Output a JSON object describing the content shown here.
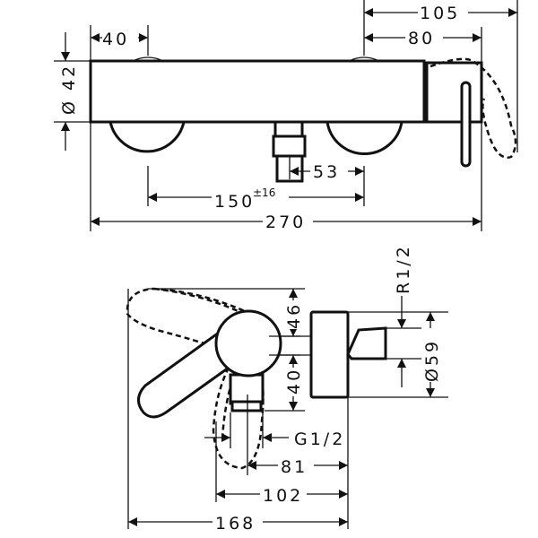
{
  "top_view": {
    "dim_40": "40",
    "dim_dia42": "Ø 42",
    "dim_105": "105",
    "dim_80": "80",
    "dim_53": "53",
    "dim_150": "150",
    "dim_150_tol": "±16",
    "dim_270": "270"
  },
  "side_view": {
    "dim_r12": "R1/2",
    "dim_46": "46",
    "dim_40": "40",
    "dim_dia59": "Ø59",
    "dim_g12": "G1/2",
    "dim_81": "81",
    "dim_102": "102",
    "dim_168": "168"
  }
}
